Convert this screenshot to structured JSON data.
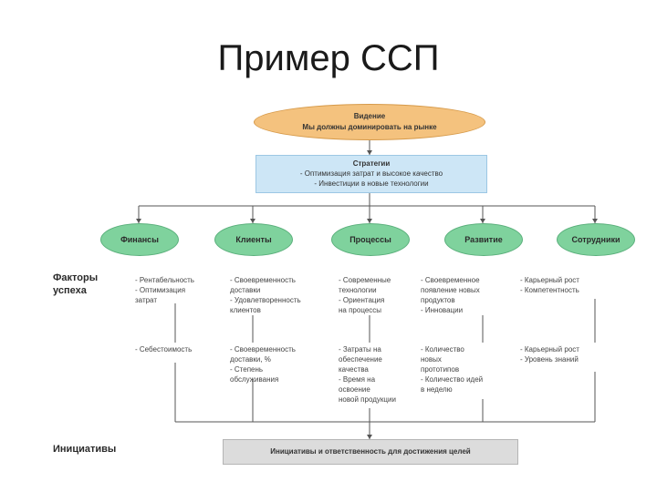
{
  "title": "Пример ССП",
  "vision": {
    "title": "Видение",
    "text": "Мы должны доминировать на рынке"
  },
  "strategy": {
    "title": "Стратегии",
    "items": [
      "- Оптимизация затрат и высокое качество",
      "- Инвестиции в новые технологии"
    ]
  },
  "perspectives": [
    "Финансы",
    "Клиенты",
    "Процессы",
    "Развитие",
    "Сотрудники"
  ],
  "row_labels": {
    "factors": "Факторы\nуспеха",
    "initiatives": "Инициативы"
  },
  "factors": [
    "- Рентабельность\n- Оптимизация\n  затрат",
    "- Своевременность\n  доставки\n- Удовлетворенность\n  клиентов",
    "- Современные\n  технологии\n- Ориентация\n  на процессы",
    "- Своевременное\n  появление новых\n  продуктов\n- Инновации",
    "- Карьерный рост\n- Компетентность"
  ],
  "indicators": [
    "- Себестоимость",
    "- Своевременность\n  доставки, %\n- Степень\n  обслуживания",
    "- Затраты на\n  обеспечение\n  качества\n- Время на\n  освоение\n  новой продукции",
    "- Количество\n  новых\n  прототипов\n- Количество идей\n  в неделю",
    "- Карьерный рост\n- Уровень знаний"
  ],
  "initiatives_box": "Инициативы и ответственность для достижения целей"
}
